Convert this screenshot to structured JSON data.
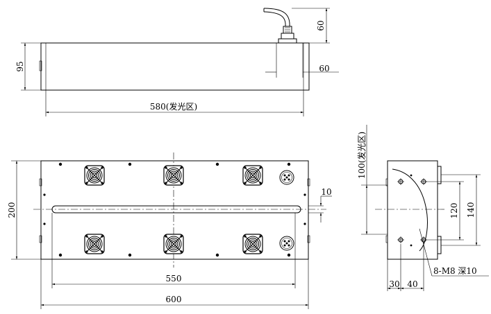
{
  "top_view": {
    "dim_height": "95",
    "dim_cable_height": "60",
    "dim_cable_offset": "60",
    "dim_width": "580(发光区)"
  },
  "front_view": {
    "dim_height": "200",
    "dim_slot": "10",
    "dim_hole_span": "550",
    "dim_total_width": "600"
  },
  "side_view": {
    "dim_emit_area": "100(发光区)",
    "dim_inner": "120",
    "dim_outer": "140",
    "dim_30": "30",
    "dim_40": "40",
    "thread_note": "8-M8 深10"
  }
}
